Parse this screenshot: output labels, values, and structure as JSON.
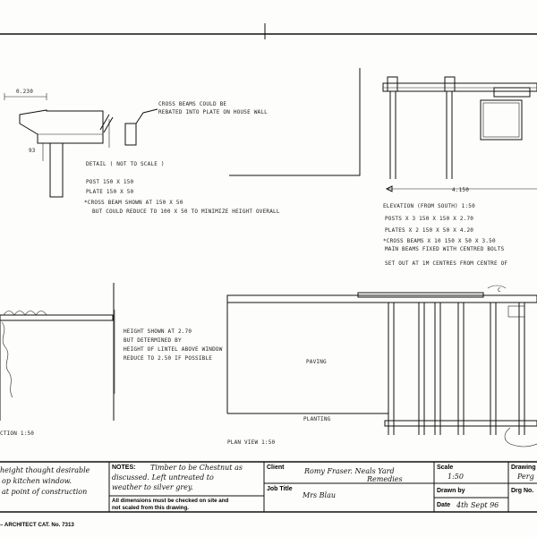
{
  "detail": {
    "width_dim": "0.230",
    "height_dim": "93",
    "cross_beam_note_1": "CROSS BEAMS COULD BE",
    "cross_beam_note_2": "REBATED INTO PLATE ON HOUSE WALL",
    "title": "DETAIL  ( NOT TO SCALE )",
    "post": "POST    150  X  150",
    "plate": "PLATE  150  X  50",
    "cross_beam_1": "*CROSS BEAM SHOWN AT    150 X 50",
    "cross_beam_2": "BUT COULD REDUCE TO 100 X 50  TO MINIMIZE HEIGHT OVERALL"
  },
  "elevation": {
    "width_dim": "4.150",
    "title": "ELEVATION  (FROM SOUTH)     1:50",
    "posts": "POSTS  X  3     150 X 150    X  2.70",
    "plates": "PLATES  X  2     150 X 50     X  4.20",
    "cross_beams": "*CROSS BEAMS  X  10   150 X 50  X  3.50",
    "main_beams": "MAIN BEAMS FIXED WITH CENTRED BOLTS",
    "set_out": "SET OUT AT 1M CENTRES FROM CENTRE OF"
  },
  "plan": {
    "height_1": "HEIGHT SHOWN AT 2.70",
    "height_2": "BUT DETERMINED BY",
    "height_3": "HEIGHT OF LINTEL ABOVE WINDOW",
    "height_4": "REDUCE TO 2.50 IF POSSIBLE",
    "paving": "PAVING",
    "planting": "PLANTING",
    "plan_view": "PLAN VIEW     1:50",
    "section": "CTION     1:50",
    "marker": "C"
  },
  "title_block": {
    "left_note_1": "height thought desirable",
    "left_note_2": "op kitchen window.",
    "left_note_3": "at point of construction",
    "notes_label": "NOTES:",
    "notes_text_1": "Timber to be Chestnut as",
    "notes_text_2": "discussed. Left untreated to",
    "notes_text_3": "weather to silver grey.",
    "dimensions_1": "All dimensions must be checked on site and",
    "dimensions_2": "not scaled from this drawing.",
    "client_label": "Client",
    "client_1": "Romy Fraser. Neals Yard",
    "client_2": "Remedies",
    "job_label": "Job Title",
    "job": "Mrs Blau",
    "scale_label": "Scale",
    "scale": "1:50",
    "drawn_label": "Drawn by",
    "date_label": "Date",
    "date": "4th Sept 96",
    "drawing_label": "Drawing",
    "drawing_value": "Perg",
    "drg_label": "Drg No.",
    "catalog": "– ARCHITECT CAT. No. 7313"
  }
}
